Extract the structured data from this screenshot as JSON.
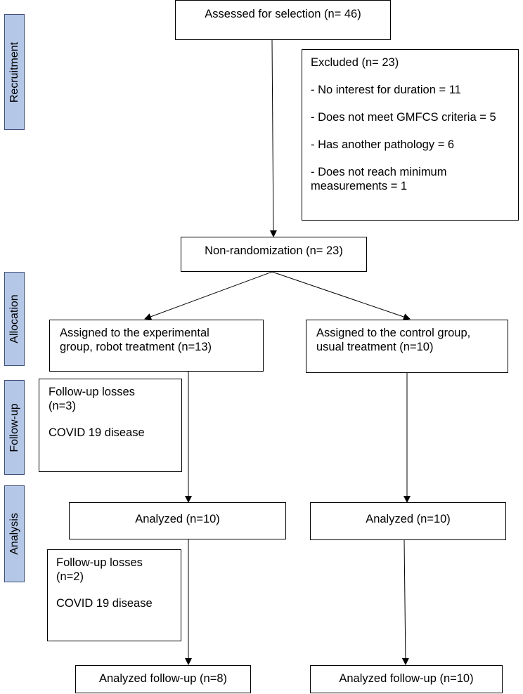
{
  "stages": {
    "recruitment": "Recruitment",
    "allocation": "Allocation",
    "follow_up": "Follow-up",
    "analysis": "Analysis"
  },
  "assessed": "Assessed for selection (n= 46)",
  "excluded": {
    "title": "Excluded (n= 23)",
    "reasons": [
      "- No interest for duration = 11",
      "- Does not meet GMFCS criteria = 5",
      "- Has another pathology = 6",
      "- Does not reach minimum measurements = 1"
    ]
  },
  "non_randomization": "Non-randomization (n= 23)",
  "experimental": {
    "assigned": "Assigned to the experimental group, robot treatment (n=13)",
    "losses_1": {
      "title": "Follow-up losses (n=3)",
      "reason": "COVID 19 disease"
    },
    "analyzed": "Analyzed (n=10)",
    "losses_2": {
      "title": "Follow-up losses (n=2)",
      "reason": "COVID 19 disease"
    },
    "analyzed_followup": "Analyzed follow-up (n=8)"
  },
  "control": {
    "assigned": "Assigned to the control group, usual treatment (n=10)",
    "analyzed": "Analyzed (n=10)",
    "analyzed_followup": "Analyzed follow-up (n=10)"
  }
}
